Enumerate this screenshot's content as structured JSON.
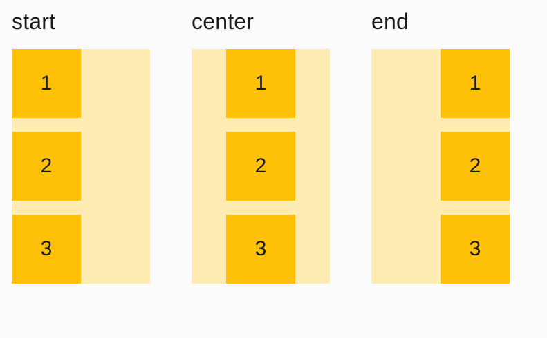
{
  "page": {
    "background": "#fbfbfe"
  },
  "colors": {
    "container_bg": "#ffecb3",
    "item_bg": "#ffc107",
    "text": "#1b1b1b"
  },
  "examples": [
    {
      "label": "start",
      "alignment": "start",
      "items": [
        "1",
        "2",
        "3"
      ]
    },
    {
      "label": "center",
      "alignment": "center",
      "items": [
        "1",
        "2",
        "3"
      ]
    },
    {
      "label": "end",
      "alignment": "end",
      "items": [
        "1",
        "2",
        "3"
      ]
    }
  ]
}
